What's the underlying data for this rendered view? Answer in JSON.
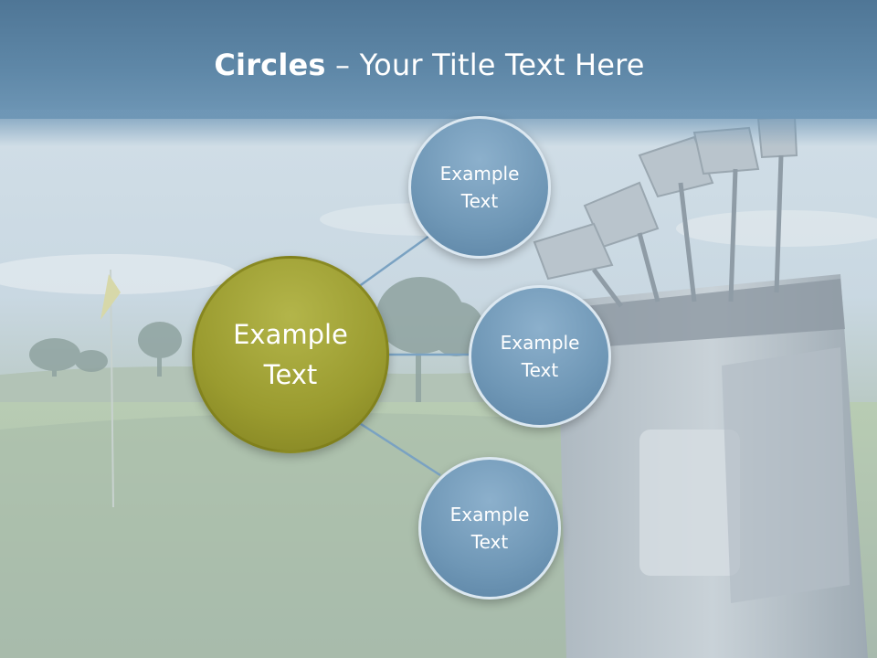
{
  "slide": {
    "title_bold": "Circles",
    "title_rest": " – Your Title Text Here"
  },
  "diagram": {
    "center": {
      "line1": "Example",
      "line2": "Text"
    },
    "nodes": [
      {
        "line1": "Example",
        "line2": "Text"
      },
      {
        "line1": "Example",
        "line2": "Text"
      },
      {
        "line1": "Example",
        "line2": "Text"
      }
    ]
  },
  "colors": {
    "header": "#5f88a8",
    "center_circle": "#9a9b2f",
    "node_circle": "#6f97b6",
    "connector": "#7aa2c2"
  }
}
